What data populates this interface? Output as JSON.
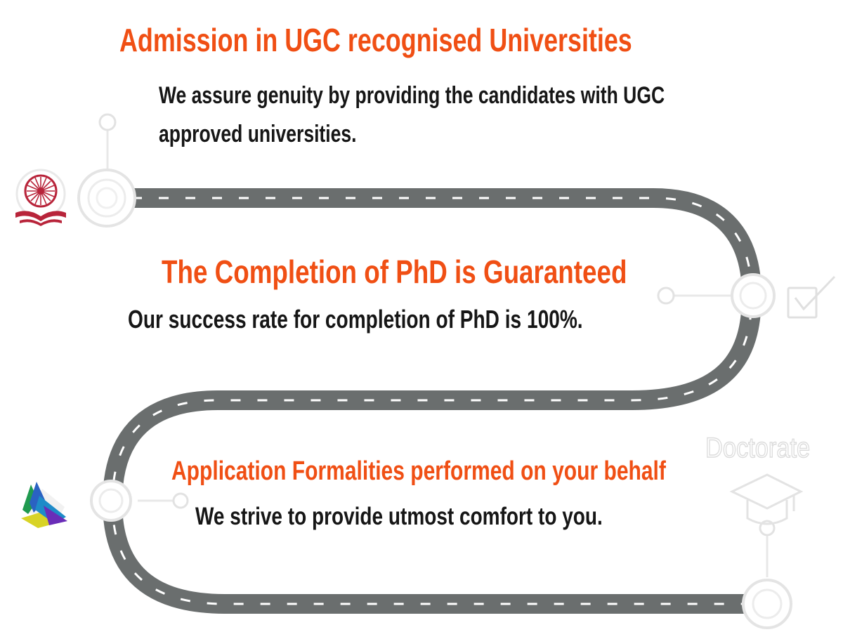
{
  "colors": {
    "heading": "#f04f14",
    "body_text": "#161616",
    "road": "#6a6e6e",
    "road_marking": "#ffffff",
    "node_ring": "#e6e6e6",
    "emblem": "#b8243a"
  },
  "steps": [
    {
      "heading": "Admission in UGC recognised Universities",
      "lines": [
        "We assure genuity by providing the candidates with UGC",
        "approved universities."
      ],
      "icon": "ugc-emblem-icon"
    },
    {
      "heading": "The Completion of PhD is Guaranteed",
      "lines": [
        "Our success rate for completion of PhD is 100%."
      ],
      "icon": "checkbox-icon"
    },
    {
      "heading": "Application Formalities performed on your behalf",
      "lines": [
        "We strive to provide utmost comfort to you."
      ],
      "icon": "book-logo-icon"
    }
  ],
  "end_label": "Doctorate",
  "end_icon": "graduation-cap-icon"
}
